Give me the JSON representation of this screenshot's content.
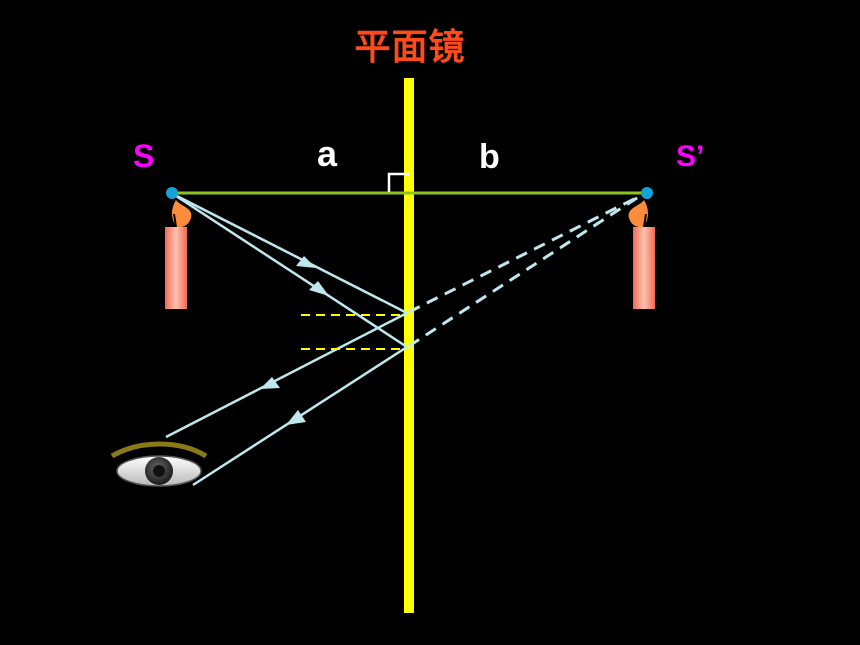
{
  "title": "平面镜",
  "labels": {
    "source": "S",
    "image": "S’",
    "object_distance": "a",
    "image_distance": "b"
  },
  "colors": {
    "title": "#ff4a1a",
    "point_labels": "#ff00ff",
    "mirror": "#ffff00",
    "normal_line": "#8fc31f",
    "rays": "#bfe8ee",
    "virtual_rays": "#bfe8ee",
    "point_dot": "#13a3d6",
    "candle": "#f58c74",
    "flame": "#ff8c3a"
  },
  "icons": [
    "candle-icon",
    "eye-icon",
    "right-angle-marker"
  ]
}
